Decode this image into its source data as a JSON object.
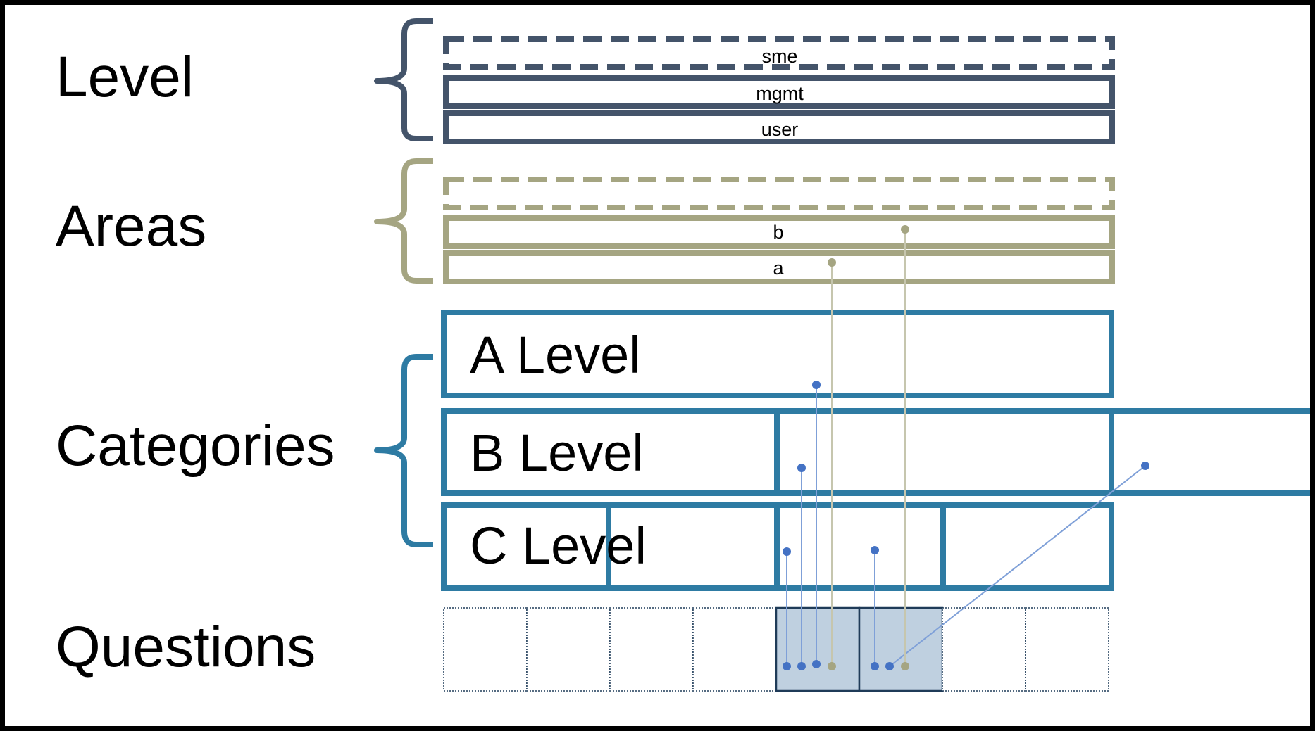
{
  "rows": {
    "level": "Level",
    "areas": "Areas",
    "categories": "Categories",
    "questions": "Questions"
  },
  "level_bars": [
    "sme",
    "mgmt",
    "user"
  ],
  "area_bars": [
    "b",
    "a"
  ],
  "category_bars": [
    "A Level",
    "B Level",
    "C Level"
  ],
  "question_count": 8,
  "highlighted_questions": [
    5,
    6
  ],
  "colors": {
    "level": "#44546a",
    "areas": "#a5a582",
    "categories": "#2e7ba3",
    "question_fill": "#bfd0e0",
    "question_border": "#1f3b58",
    "dot_blue": "#4472c4",
    "dot_olive": "#a5a582",
    "link_blue": "#7fa0d8",
    "link_olive": "#c6c6ae"
  }
}
